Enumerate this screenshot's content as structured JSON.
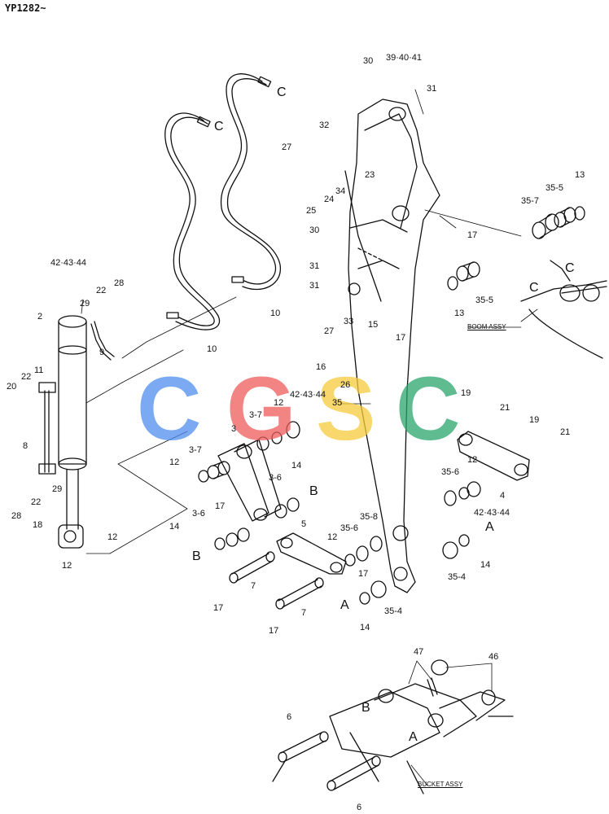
{
  "title": "YP1282~",
  "watermark": {
    "letters": [
      "C",
      "G",
      "S",
      "C"
    ],
    "colors": [
      "#4f8ef0",
      "#ef5b5b",
      "#f6cc3c",
      "#2aa56b"
    ]
  },
  "callouts": {
    "c1": "C",
    "c2": "C",
    "c3": "C",
    "c4": "C",
    "A1": "A",
    "A2": "A",
    "A3": "A",
    "B1": "B",
    "B2": "B",
    "B3": "B"
  },
  "assy_labels": {
    "boom": "BOOM ASSY",
    "bucket": "BUCKET ASSY"
  },
  "parts": {
    "p30a": "30",
    "p394041": "39·40·41",
    "p31a": "31",
    "p32": "32",
    "p27a": "27",
    "p23": "23",
    "p24": "24",
    "p34": "34",
    "p25": "25",
    "p30b": "30",
    "p17a": "17",
    "p31b": "31",
    "p31c": "31",
    "p33": "33",
    "p15": "15",
    "p27b": "27",
    "p17b": "17",
    "p16": "16",
    "p26": "26",
    "p35": "35",
    "p424344a": "42·43·44",
    "p22a": "22",
    "p28a": "28",
    "p2": "2",
    "p29a": "29",
    "p9": "9",
    "p10a": "10",
    "p10b": "10",
    "p20": "20",
    "p22b": "22",
    "p11": "11",
    "p8": "8",
    "p28b": "28",
    "p22c": "22",
    "p29b": "29",
    "p18": "18",
    "p12a": "12",
    "p12b": "12",
    "p424344b": "42·43·44",
    "p12c": "12",
    "p37a": "3-7",
    "p3": "3",
    "p37b": "3-7",
    "p12d": "12",
    "p17c": "17",
    "p36a": "3-6",
    "p14a": "14",
    "p36b": "3-6",
    "p14b": "14",
    "p5": "5",
    "p12e": "12",
    "p356a": "35-6",
    "p358": "35-8",
    "p7a": "7",
    "p7b": "7",
    "p17d": "17",
    "p17e": "17",
    "p17f": "17",
    "p354a": "35-4",
    "p14c": "14",
    "p19a": "19",
    "p21a": "21",
    "p19b": "19",
    "p21b": "21",
    "p356b": "35-6",
    "p12f": "12",
    "p4": "4",
    "p424344c": "42·43·44",
    "p354b": "35-4",
    "p14d": "14",
    "p13a": "13",
    "p355a": "35-5",
    "p357": "35-7",
    "p13b": "13",
    "p355b": "35-5",
    "p47": "47",
    "p46": "46",
    "p6a": "6",
    "p6b": "6"
  }
}
